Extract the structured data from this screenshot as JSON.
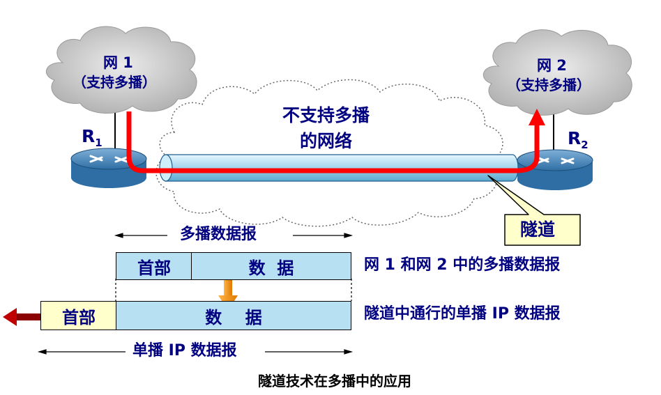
{
  "net1": {
    "title": "网 1",
    "subtitle": "（支持多播）"
  },
  "net2": {
    "title": "网 2",
    "subtitle": "（支持多播）"
  },
  "middle_net": {
    "line1": "不支持多播",
    "line2": "的网络"
  },
  "router1": {
    "label": "R",
    "sub": "1"
  },
  "router2": {
    "label": "R",
    "sub": "2"
  },
  "tunnel_callout": "隧道",
  "multicast_span_label": "多播数据报",
  "multicast_packet": {
    "header": "首部",
    "data": "数  据",
    "caption": "网 1 和网 2 中的多播数据报"
  },
  "unicast_packet": {
    "header": "首部",
    "data": "数    据",
    "caption": "隧道中通行的单播 IP 数据报"
  },
  "unicast_span_label": "单播 IP 数据报",
  "figure_caption": "隧道技术在多播中的应用",
  "colors": {
    "tunnel_path": "#ff0000",
    "packet_fill": "#b7e0f2",
    "header_fill": "#ffffcc",
    "text": "#000080",
    "cloud": "#c8c8c8"
  }
}
